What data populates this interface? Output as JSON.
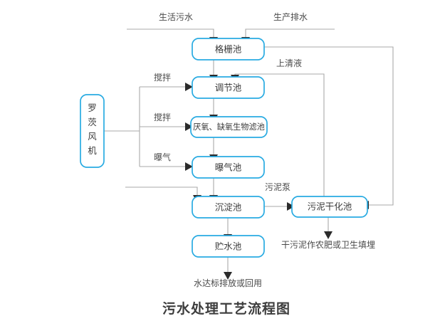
{
  "diagram": {
    "title": "污水处理工艺流程图",
    "type": "process-flow-diagram",
    "accent_color": "#29abe2",
    "edge_color": "#a9a9a9",
    "text_color": "#3a3a3a",
    "background": "#ffffff"
  },
  "nodes": {
    "grit_tank": {
      "label": "格栅池"
    },
    "blower": {
      "label": "罗茨风机",
      "chars": [
        "罗",
        "茨",
        "风",
        "机"
      ]
    },
    "equalization_tank": {
      "label": "调节池"
    },
    "biofilter": {
      "label": "厌氧、缺氧生物滤池"
    },
    "aeration_tank": {
      "label": "曝气池"
    },
    "sedimentation_tank": {
      "label": "沉淀池"
    },
    "sludge_drying_bed": {
      "label": "污泥干化池"
    },
    "water_storage_tank": {
      "label": "贮水池"
    }
  },
  "edge_labels": {
    "domestic_sewage": "生活污水",
    "industrial_wastewater": "生产排水",
    "supernatant": "上清液",
    "stir_1": "搅拌",
    "stir_2": "搅拌",
    "aeration": "曝气",
    "sludge_pump": "污泥泵"
  },
  "outputs": {
    "sludge_disposal": "干污泥作农肥或卫生填埋",
    "water_discharge": "水达标排放或回用"
  },
  "flow_data": {
    "type": "flowchart",
    "stages": [
      "格栅池",
      "调节池",
      "厌氧、缺氧生物滤池",
      "曝气池",
      "沉淀池",
      "贮水池"
    ],
    "side_units": [
      "罗茨风机",
      "污泥干化池"
    ],
    "inputs": [
      "生活污水",
      "生产排水"
    ],
    "outputs": [
      "水达标排放或回用",
      "干污泥作农肥或卫生填埋"
    ],
    "recycle_streams": [
      "上清液"
    ],
    "blower_services": [
      "搅拌",
      "搅拌",
      "曝气"
    ]
  }
}
